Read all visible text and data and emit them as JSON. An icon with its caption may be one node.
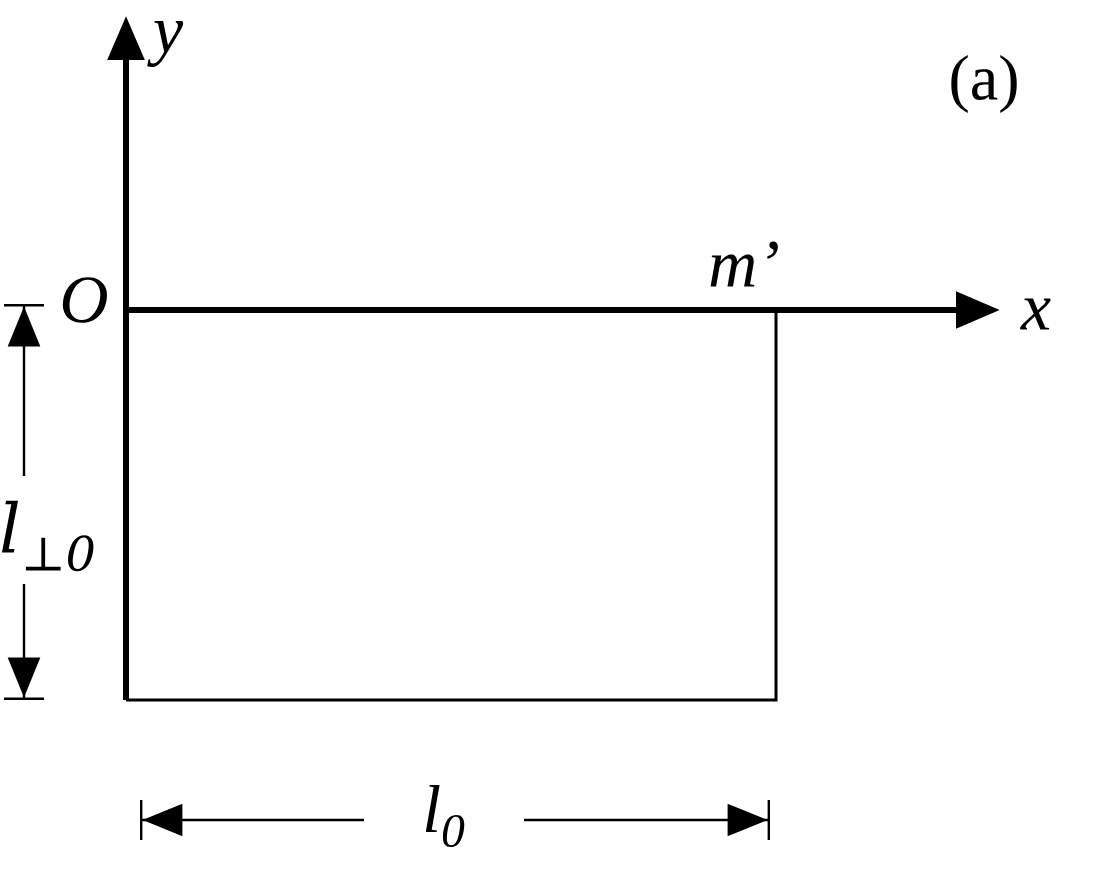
{
  "diagram": {
    "labels": [
      "y",
      "(a)",
      "O",
      "m’",
      "x",
      "l$_{⊥0}$",
      "l$_{0}$"
    ]
  }
}
